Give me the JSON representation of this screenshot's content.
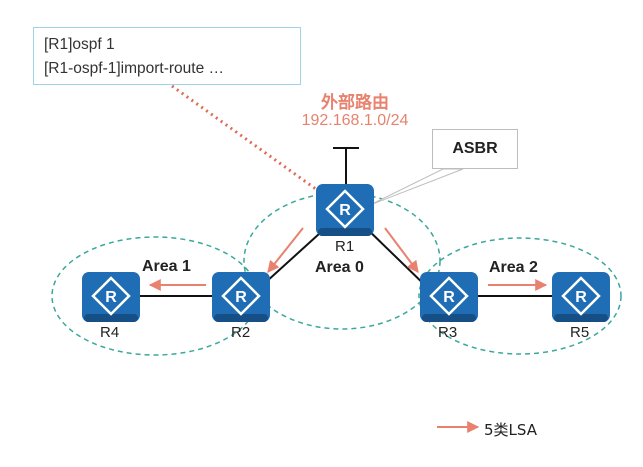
{
  "config_box": {
    "lines": [
      "[R1]ospf 1",
      "[R1-ospf-1]import-route …"
    ]
  },
  "external_route": {
    "title": "外部路由",
    "network": "192.168.1.0/24",
    "color": "#e8826e"
  },
  "callout": {
    "label": "ASBR"
  },
  "areas": [
    {
      "id": "area1",
      "label": "Area 1"
    },
    {
      "id": "area0",
      "label": "Area 0"
    },
    {
      "id": "area2",
      "label": "Area 2"
    }
  ],
  "routers": [
    {
      "id": "R1",
      "label": "R1"
    },
    {
      "id": "R2",
      "label": "R2"
    },
    {
      "id": "R3",
      "label": "R3"
    },
    {
      "id": "R4",
      "label": "R4"
    },
    {
      "id": "R5",
      "label": "R5"
    }
  ],
  "legend": {
    "label": "5类LSA",
    "arrow_color": "#e8826e"
  },
  "colors": {
    "router_fill": "#1f6db4",
    "router_dark": "#154f86",
    "area_border": "#3aa89a",
    "link": "#111111",
    "lsa_arrow": "#e8826e"
  }
}
